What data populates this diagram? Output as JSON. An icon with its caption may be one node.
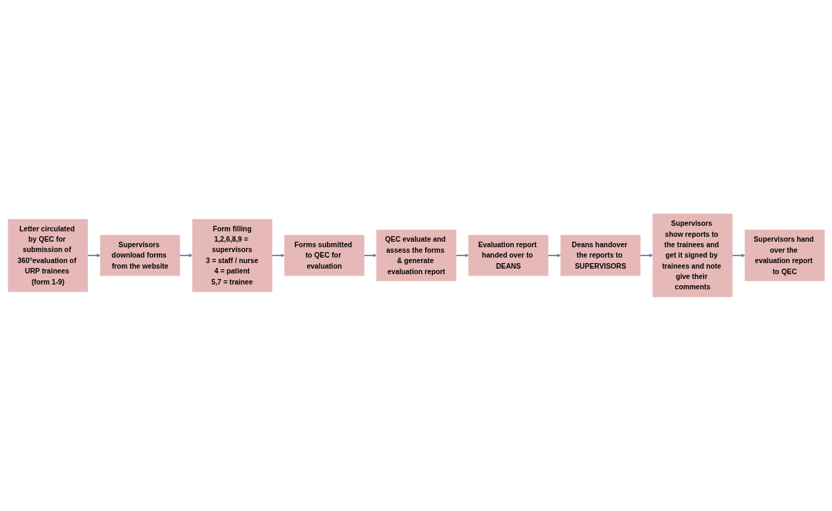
{
  "diagram": {
    "nodes": [
      {
        "text": [
          "Letter circulated by QEC for submission of 360°evaluation of URP trainees (form 1-9)"
        ]
      },
      {
        "text": [
          "Supervisors download forms from the website"
        ]
      },
      {
        "text": [
          "Form filling",
          "1,2,6,8,9 = supervisors",
          "3 = staff / nurse",
          "4 = patient",
          "5,7 = trainee"
        ]
      },
      {
        "text": [
          "Forms submitted to QEC for evaluation"
        ]
      },
      {
        "text": [
          "QEC evaluate and assess the forms & generate evaluation report"
        ]
      },
      {
        "text": [
          "Evaluation report handed over to DEANS"
        ]
      },
      {
        "text": [
          "Deans handover the reports to SUPERVISORS"
        ]
      },
      {
        "text": [
          "Supervisors show reports to the trainees and get it signed by trainees and note give their comments"
        ]
      },
      {
        "text": [
          "Supervisors hand over the evaluation report to QEC"
        ]
      }
    ],
    "edges": [
      {
        "from": 0,
        "to": 1,
        "arrow": "to"
      },
      {
        "from": 1,
        "to": 2,
        "arrow": "to"
      },
      {
        "from": 2,
        "to": 3,
        "arrow": "to"
      },
      {
        "from": 3,
        "to": 4,
        "arrow": "to"
      },
      {
        "from": 4,
        "to": 5,
        "arrow": "to"
      },
      {
        "from": 5,
        "to": 6,
        "arrow": "to"
      },
      {
        "from": 6,
        "to": 7,
        "arrow": "to"
      },
      {
        "from": 7,
        "to": 8,
        "arrow": "to"
      }
    ]
  }
}
